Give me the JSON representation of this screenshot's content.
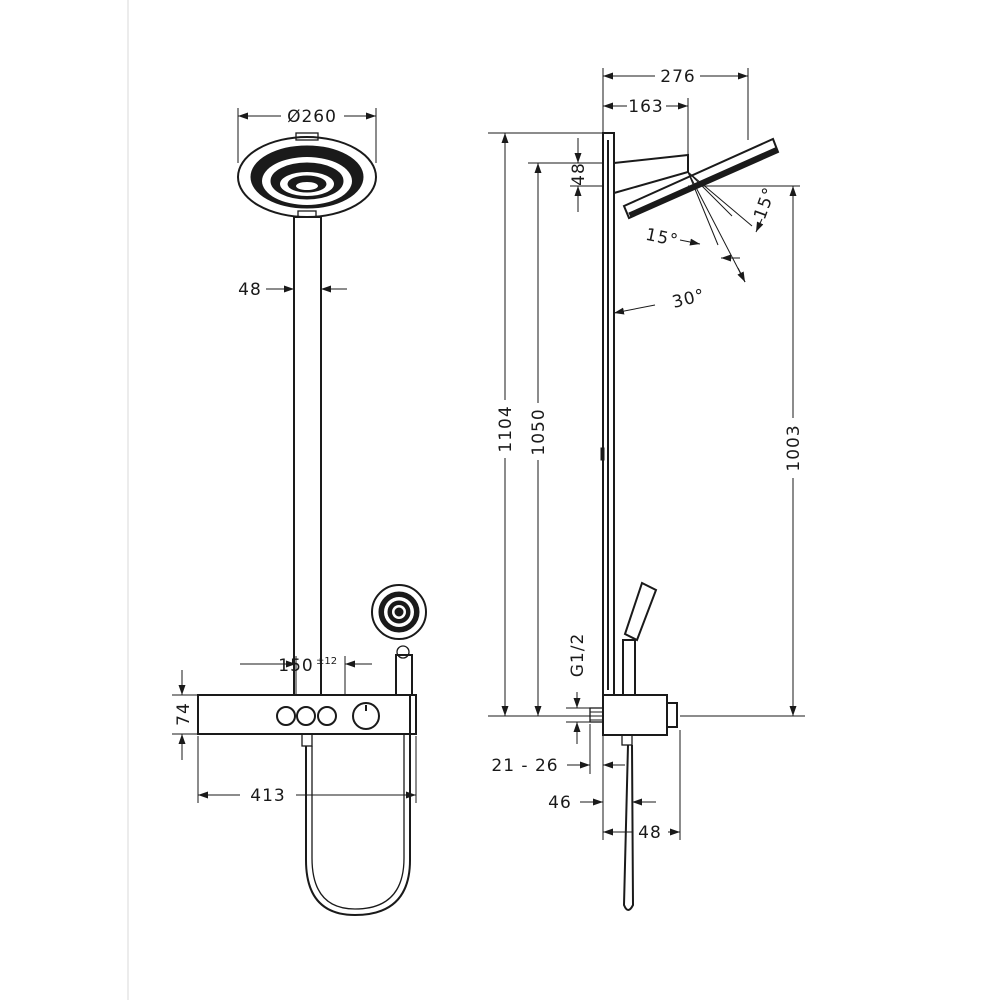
{
  "drawing": {
    "front": {
      "head_diameter": "Ø260",
      "pipe_width": "48",
      "spacing": "150",
      "spacing_tolerance": "±12",
      "thermostat_height": "74",
      "thermostat_width": "413"
    },
    "side": {
      "head_projection": "276",
      "arm_offset": "163",
      "arm_height": "48",
      "total_height": "1104",
      "arm_level_height": "1050",
      "outlet_height": "1003",
      "tilt_up": "15°",
      "tilt_down": "15°",
      "tilt_total": "30°",
      "thread": "G1/2",
      "connection_range": "21 - 26",
      "wall_distance": "46",
      "shelf_depth": "48"
    }
  }
}
